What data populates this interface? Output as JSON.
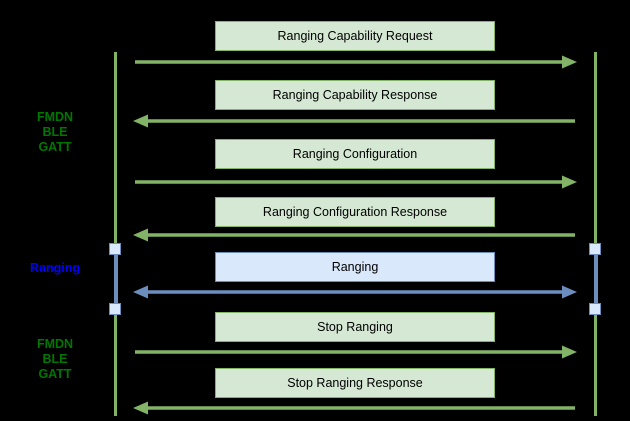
{
  "lanes": {
    "fmdn_top": [
      "FMDN",
      "BLE",
      "GATT"
    ],
    "ranging": "Ranging",
    "fmdn_bottom": [
      "FMDN",
      "BLE",
      "GATT"
    ]
  },
  "messages": [
    {
      "label": "Ranging Capability Request",
      "direction": "right",
      "color": "green"
    },
    {
      "label": "Ranging Capability Response",
      "direction": "left",
      "color": "green"
    },
    {
      "label": "Ranging Configuration",
      "direction": "right",
      "color": "green"
    },
    {
      "label": "Ranging Configuration Response",
      "direction": "left",
      "color": "green"
    },
    {
      "label": "Ranging",
      "direction": "both",
      "color": "blue"
    },
    {
      "label": "Stop Ranging",
      "direction": "right",
      "color": "green"
    },
    {
      "label": "Stop Ranging Response",
      "direction": "left",
      "color": "green"
    }
  ],
  "colors": {
    "background": "#000000",
    "green_fill": "#d5e8d4",
    "green_stroke": "#82b366",
    "blue_fill": "#dae8fc",
    "blue_stroke": "#6c8ebf",
    "lane_label_green": "#007700",
    "lane_label_blue": "#0000ff",
    "box_text": "#000000"
  }
}
